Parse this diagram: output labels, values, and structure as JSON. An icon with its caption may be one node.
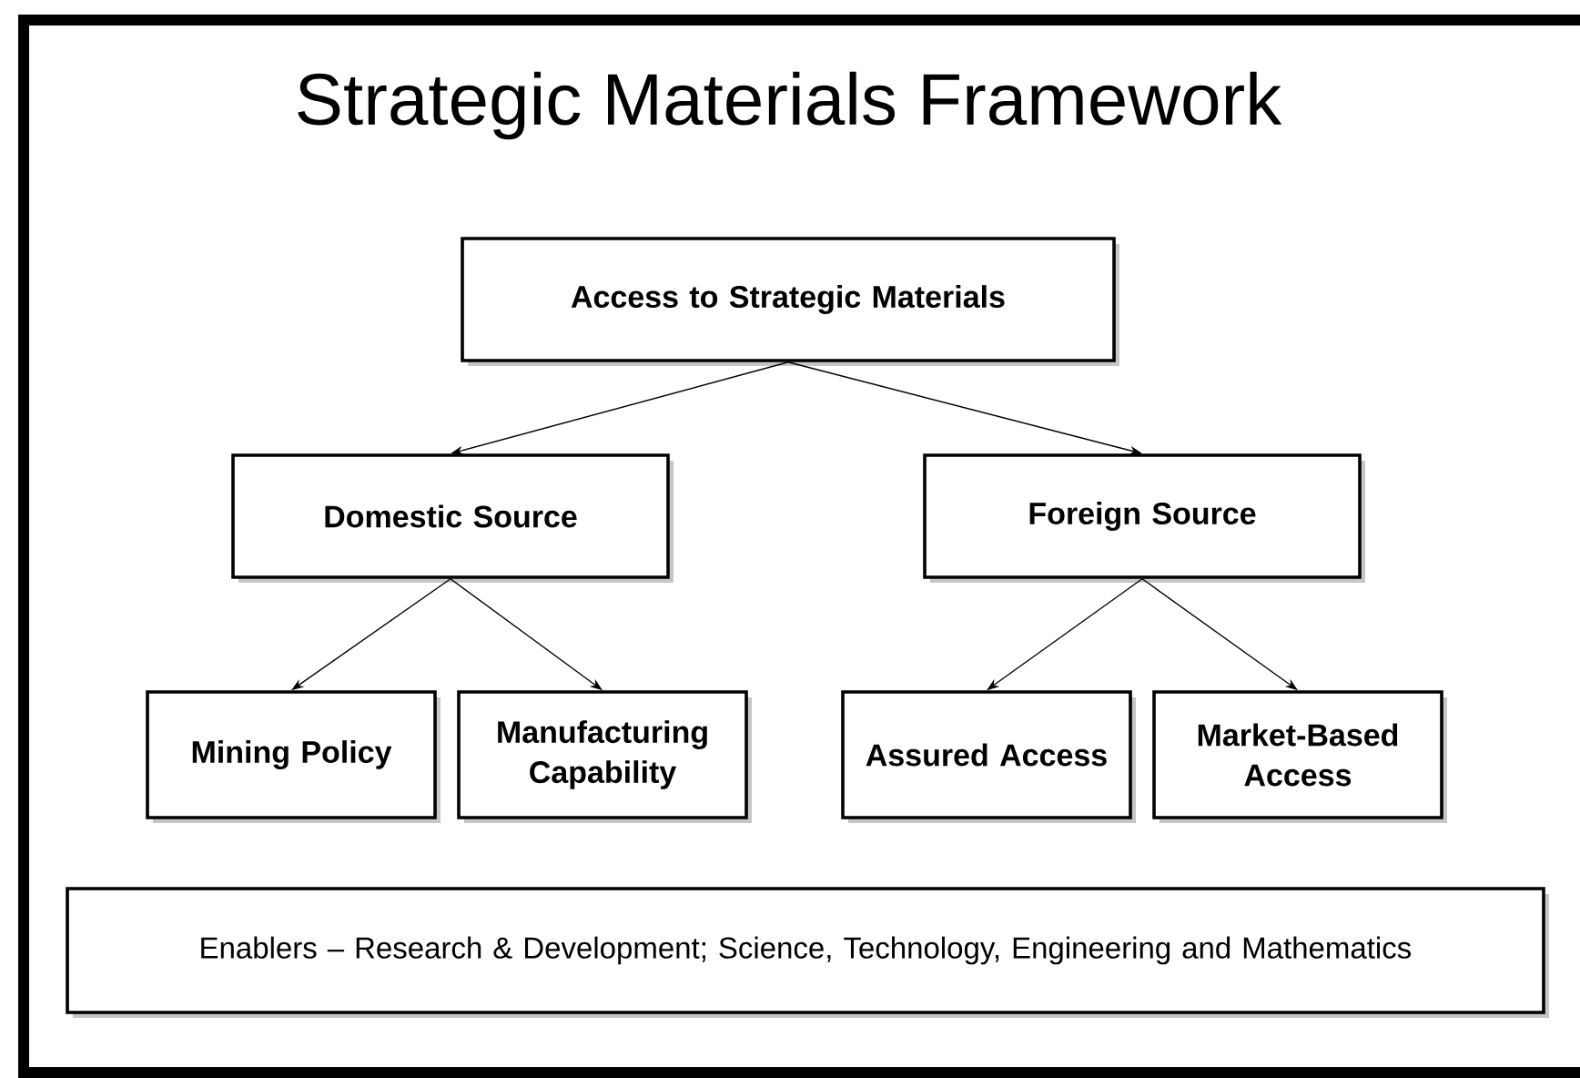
{
  "diagram": {
    "title": "Strategic Materials Framework",
    "nodes": [
      {
        "text": [
          "Access to Strategic Materials"
        ]
      },
      {
        "text": [
          "Domestic Source"
        ]
      },
      {
        "text": [
          "Foreign Source"
        ]
      },
      {
        "text": [
          "Mining Policy"
        ]
      },
      {
        "text": [
          "Manufacturing Capability"
        ]
      },
      {
        "text": [
          "Assured Access"
        ]
      },
      {
        "text": [
          "Market-Based Access"
        ]
      },
      {
        "text": [
          "Enablers – Research & Development; Science, Technology, Engineering and Mathematics"
        ]
      }
    ],
    "edges": [
      {
        "from": 0,
        "to": 1,
        "arrow": "to"
      },
      {
        "from": 0,
        "to": 2,
        "arrow": "to"
      },
      {
        "from": 1,
        "to": 3,
        "arrow": "to"
      },
      {
        "from": 1,
        "to": 4,
        "arrow": "to"
      },
      {
        "from": 2,
        "to": 5,
        "arrow": "to"
      },
      {
        "from": 2,
        "to": 6,
        "arrow": "to"
      }
    ]
  }
}
